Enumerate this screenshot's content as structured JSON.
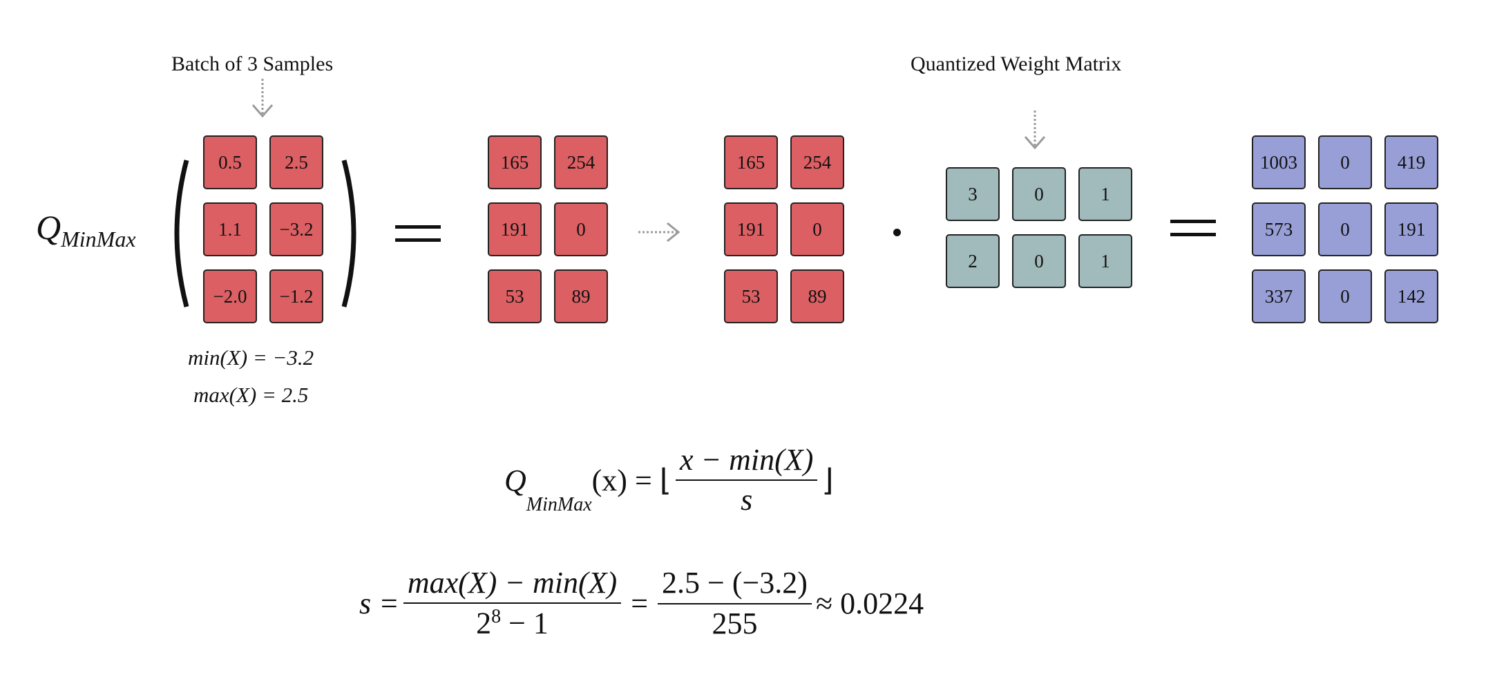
{
  "labels": {
    "batch": "Batch of 3 Samples",
    "weight": "Quantized Weight Matrix"
  },
  "input_matrix": [
    [
      "0.5",
      "2.5"
    ],
    [
      "1.1",
      "−3.2"
    ],
    [
      "−2.0",
      "−1.2"
    ]
  ],
  "quantized_matrix": [
    [
      "165",
      "254"
    ],
    [
      "191",
      "0"
    ],
    [
      "53",
      "89"
    ]
  ],
  "quantized_matrix_copy": [
    [
      "165",
      "254"
    ],
    [
      "191",
      "0"
    ],
    [
      "53",
      "89"
    ]
  ],
  "weight_matrix": [
    [
      "3",
      "0",
      "1"
    ],
    [
      "2",
      "0",
      "1"
    ]
  ],
  "result_matrix": [
    [
      "1003",
      "0",
      "419"
    ],
    [
      "573",
      "0",
      "191"
    ],
    [
      "337",
      "0",
      "142"
    ]
  ],
  "stats": {
    "min_label": "min(X) = −3.2",
    "max_label": "max(X) = 2.5"
  },
  "operator": {
    "Q": "Q",
    "sub": "MinMax"
  },
  "formula_q": {
    "lhs": "(x) = ⌊",
    "num": "x − min(X)",
    "den": "s",
    "rhs": "⌋"
  },
  "formula_s": {
    "lhs": "s =",
    "num1": "max(X) − min(X)",
    "den1_base": "2",
    "den1_exp": "8",
    "den1_rest": " − 1",
    "eq": "=",
    "num2": "2.5 − (−3.2)",
    "den2": "255",
    "approx": "≈ 0.0224"
  },
  "colors": {
    "input": "#dc5f63",
    "weight": "#a1babb",
    "result": "#979fd6",
    "arrow": "#9a9a9a"
  }
}
